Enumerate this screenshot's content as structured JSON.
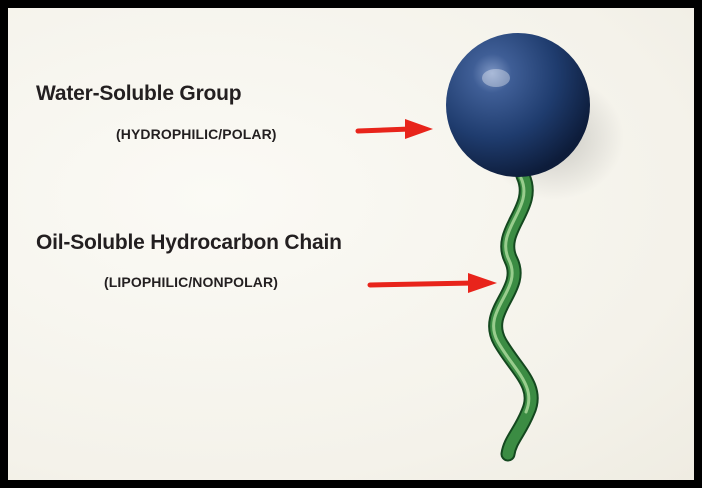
{
  "diagram": {
    "hydrophilic": {
      "title": "Water-Soluble Group",
      "subtitle": "(HYDROPHILIC/POLAR)"
    },
    "lipophilic": {
      "title": "Oil-Soluble Hydrocarbon Chain",
      "subtitle": "(LIPOPHILIC/NONPOLAR)"
    },
    "colors": {
      "head": "#1f3c6e",
      "tail": "#2e7d3a",
      "arrow": "#e8241b",
      "frame": "#000000",
      "text": "#231f20"
    }
  }
}
